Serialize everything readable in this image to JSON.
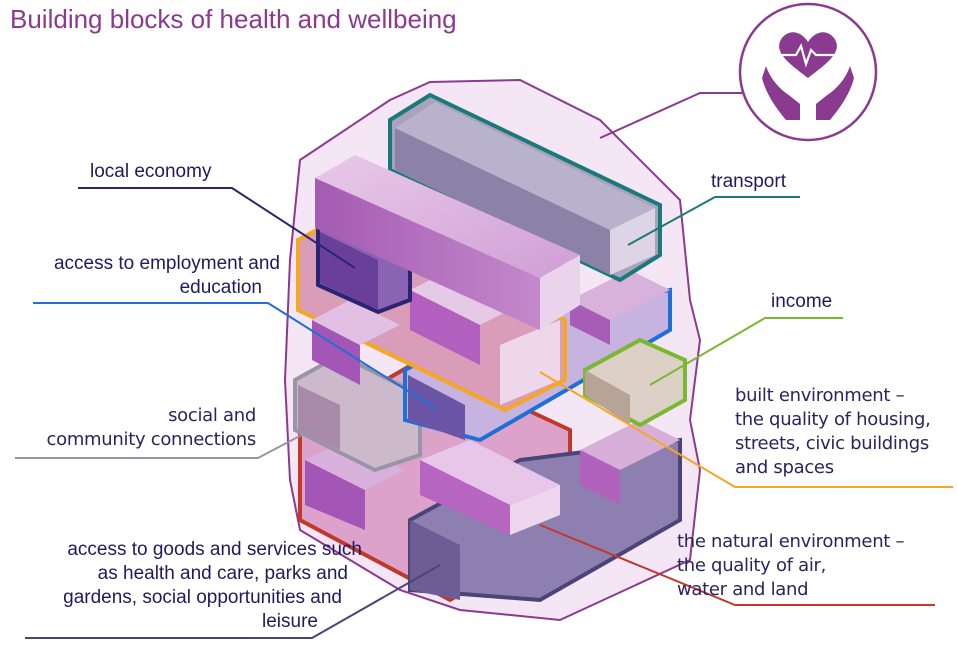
{
  "title": "Building blocks of health and wellbeing",
  "labels": {
    "local_economy": "local economy",
    "transport": "transport",
    "employment_line1": "access to employment and",
    "employment_line2": "education",
    "income": "income",
    "social_line1": "social and",
    "social_line2": "community connections",
    "built_line1": "built environment –",
    "built_line2": "the quality of housing,",
    "built_line3": "streets, civic buildings",
    "built_line4": "and spaces",
    "goods_line1": "access to goods and services such",
    "goods_line2": "as health and care, parks and",
    "goods_line3": "gardens, social opportunities and",
    "goods_line4": "leisure",
    "natural_line1": "the natural environment –",
    "natural_line2": "the quality of air,",
    "natural_line3": "water and land"
  },
  "icon": "heart-hands-icon",
  "colors": {
    "title": "#8a3a8f",
    "label_text": "#1f1b5e",
    "local_economy": "#2b2470",
    "transport": "#1a7a7a",
    "employment": "#1e6fd6",
    "income": "#7bb830",
    "social": "#9a94a8",
    "built": "#f5a623",
    "goods": "#4a4478",
    "natural": "#c0392b",
    "icon": "#8a3a8f"
  }
}
